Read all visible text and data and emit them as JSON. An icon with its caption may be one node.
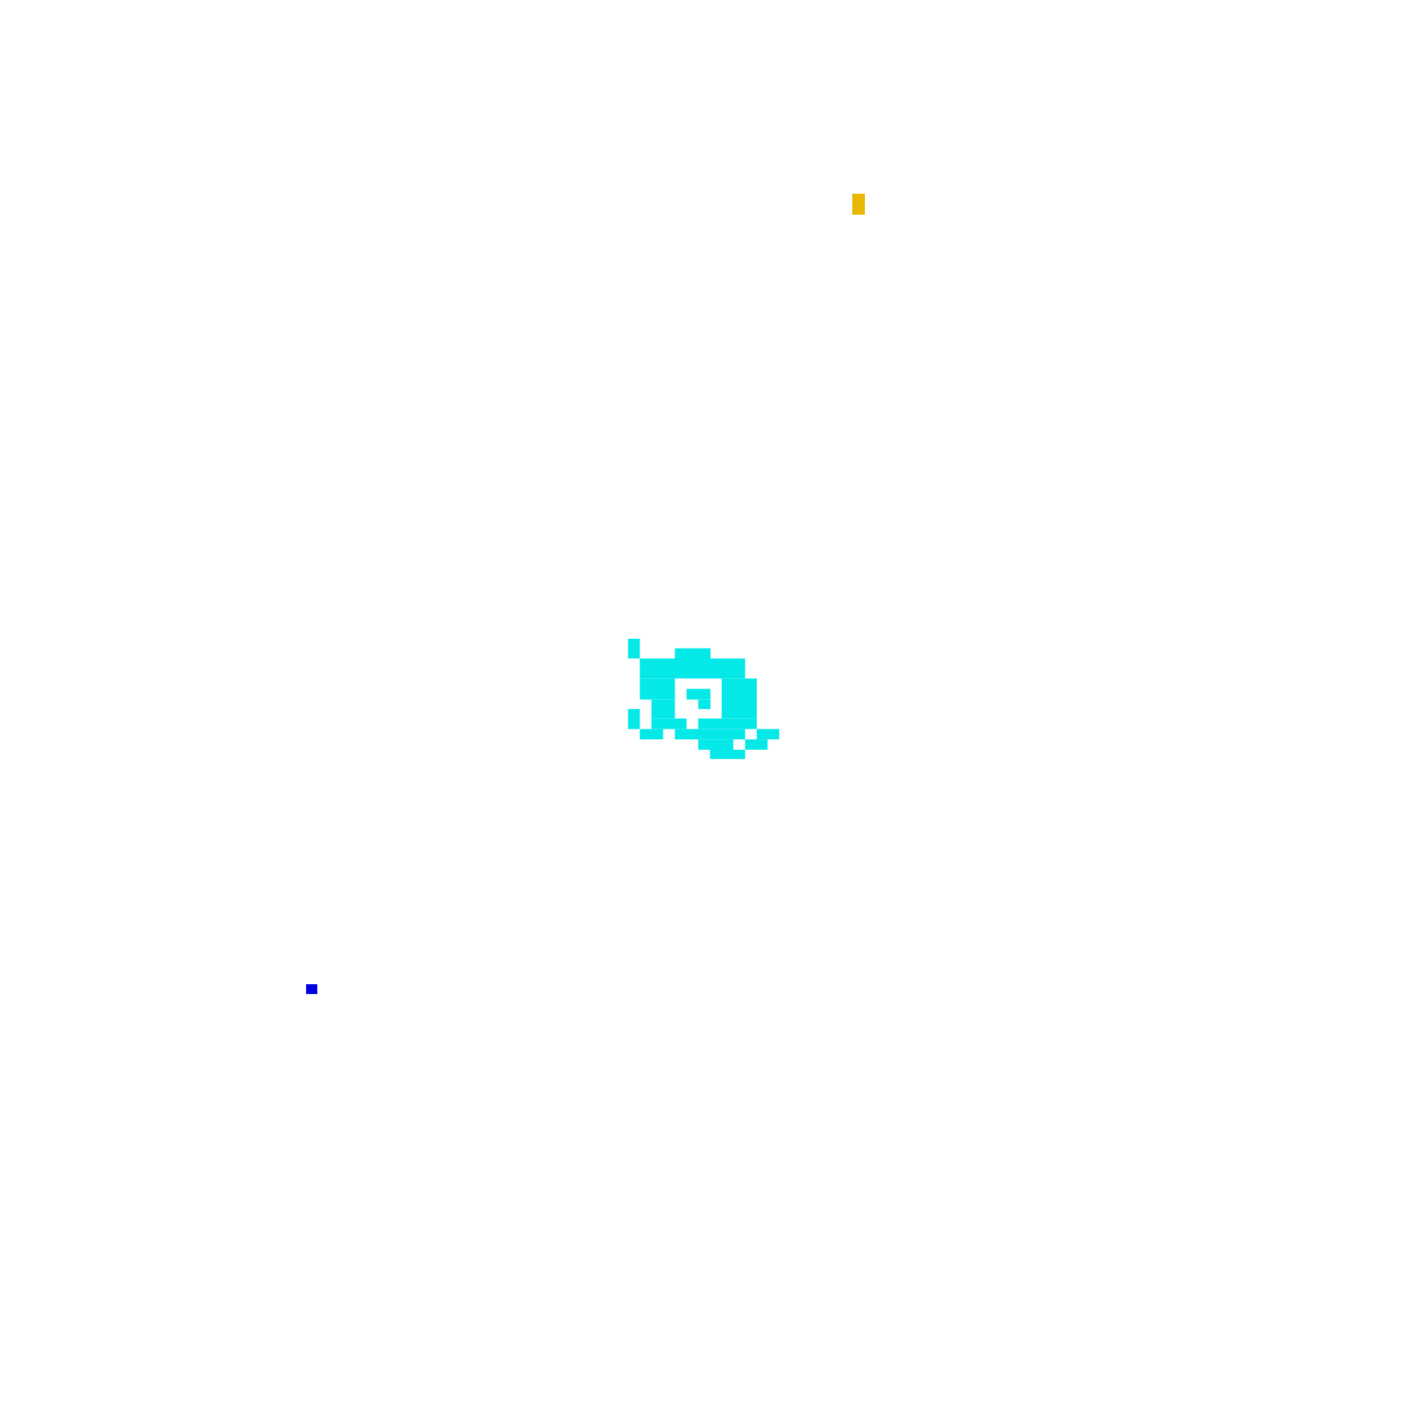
{
  "diagram": {
    "nodes": [
      {
        "text": [],
        "shape": "bar"
      },
      {
        "text": [],
        "shape": "picture"
      },
      {
        "text": [],
        "shape": "box"
      }
    ]
  }
}
